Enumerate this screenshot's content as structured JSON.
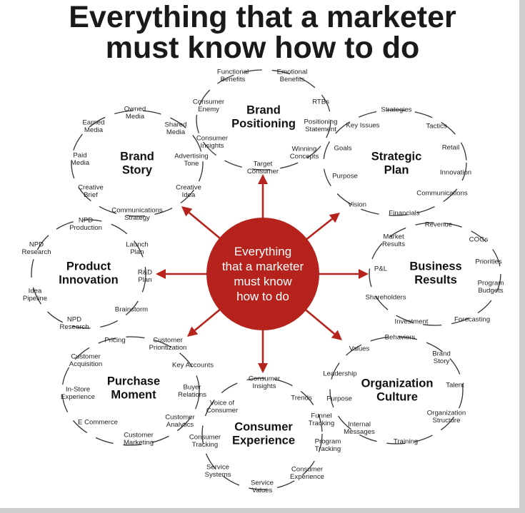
{
  "title": {
    "line1": "Everything that a marketer",
    "line2": "must know how to do"
  },
  "colors": {
    "accent": "#b5231c",
    "ring": "#333333",
    "background": "#ffffff"
  },
  "center": {
    "lines": [
      "Everything",
      "that a marketer",
      "must know",
      "how to do"
    ]
  },
  "clusters": [
    {
      "id": "brand-positioning",
      "title": [
        "Brand",
        "Positioning"
      ],
      "items": [
        {
          "name": "functional-benefits",
          "lines": [
            "Functional",
            "Benefits"
          ]
        },
        {
          "name": "emotional-benefits",
          "lines": [
            "Emotional",
            "Benefits"
          ]
        },
        {
          "name": "consumer-enemy",
          "lines": [
            "Consumer",
            "Enemy"
          ]
        },
        {
          "name": "rtbs",
          "lines": [
            "RTBs"
          ]
        },
        {
          "name": "positioning-statement",
          "lines": [
            "Positioning",
            "Statement"
          ]
        },
        {
          "name": "consumer-insights",
          "lines": [
            "Consumer",
            "Insights"
          ]
        },
        {
          "name": "winning-concepts",
          "lines": [
            "Winning",
            "Concepts"
          ]
        },
        {
          "name": "target-consumer",
          "lines": [
            "Target",
            "Consumer"
          ]
        }
      ]
    },
    {
      "id": "brand-story",
      "title": [
        "Brand",
        "Story"
      ],
      "items": [
        {
          "name": "owned-media",
          "lines": [
            "Owned",
            "Media"
          ]
        },
        {
          "name": "earned-media",
          "lines": [
            "Earned",
            "Media"
          ]
        },
        {
          "name": "shared-media",
          "lines": [
            "Shared",
            "Media"
          ]
        },
        {
          "name": "paid-media",
          "lines": [
            "Paid",
            "Media"
          ]
        },
        {
          "name": "advertising-tone",
          "lines": [
            "Advertising",
            "Tone"
          ]
        },
        {
          "name": "creative-brief",
          "lines": [
            "Creative",
            "Brief"
          ]
        },
        {
          "name": "creative-idea",
          "lines": [
            "Creative",
            "Idea"
          ]
        },
        {
          "name": "communications-strategy",
          "lines": [
            "Communications",
            "Strategy"
          ]
        }
      ]
    },
    {
      "id": "strategic-plan",
      "title": [
        "Strategic",
        "Plan"
      ],
      "items": [
        {
          "name": "strategies",
          "lines": [
            "Strategies"
          ]
        },
        {
          "name": "key-issues",
          "lines": [
            "Key Issues"
          ]
        },
        {
          "name": "tactics",
          "lines": [
            "Tactics"
          ]
        },
        {
          "name": "goals",
          "lines": [
            "Goals"
          ]
        },
        {
          "name": "retail",
          "lines": [
            "Retail"
          ]
        },
        {
          "name": "innovation",
          "lines": [
            "Innovation"
          ]
        },
        {
          "name": "purpose",
          "lines": [
            "Purpose"
          ]
        },
        {
          "name": "communications",
          "lines": [
            "Communications"
          ]
        },
        {
          "name": "vision",
          "lines": [
            "Vision"
          ]
        },
        {
          "name": "financials",
          "lines": [
            "Financials"
          ]
        }
      ]
    },
    {
      "id": "product-innovation",
      "title": [
        "Product",
        "Innovation"
      ],
      "items": [
        {
          "name": "npd-production",
          "lines": [
            "NPD",
            "Production"
          ]
        },
        {
          "name": "launch-plan",
          "lines": [
            "Launch",
            "Plan"
          ]
        },
        {
          "name": "npd-research-left",
          "lines": [
            "NPD",
            "Research"
          ]
        },
        {
          "name": "rd-plan",
          "lines": [
            "R&D",
            "Plan"
          ]
        },
        {
          "name": "idea-pipeline",
          "lines": [
            "Idea",
            "Pipeline"
          ]
        },
        {
          "name": "brainstorm",
          "lines": [
            "Brainstorm"
          ]
        },
        {
          "name": "npd-research-bottom",
          "lines": [
            "NPD",
            "Research"
          ]
        }
      ]
    },
    {
      "id": "business-results",
      "title": [
        "Business",
        "Results"
      ],
      "items": [
        {
          "name": "revenue",
          "lines": [
            "Revenue"
          ]
        },
        {
          "name": "market-results",
          "lines": [
            "Market",
            "Results"
          ]
        },
        {
          "name": "cogs",
          "lines": [
            "COGs"
          ]
        },
        {
          "name": "priorities",
          "lines": [
            "Priorities"
          ]
        },
        {
          "name": "pl",
          "lines": [
            "P&L"
          ]
        },
        {
          "name": "program-budgets",
          "lines": [
            "Program",
            "Budgets"
          ]
        },
        {
          "name": "shareholders",
          "lines": [
            "Shareholders"
          ]
        },
        {
          "name": "forecasting",
          "lines": [
            "Forecasting"
          ]
        },
        {
          "name": "investment",
          "lines": [
            "Investment"
          ]
        }
      ]
    },
    {
      "id": "purchase-moment",
      "title": [
        "Purchase",
        "Moment"
      ],
      "items": [
        {
          "name": "pricing",
          "lines": [
            "Pricing"
          ]
        },
        {
          "name": "customer-prioritization",
          "lines": [
            "Customer",
            "Prioritization"
          ]
        },
        {
          "name": "customer-acquisition",
          "lines": [
            "Customer",
            "Acquisition"
          ]
        },
        {
          "name": "key-accounts",
          "lines": [
            "Key Accounts"
          ]
        },
        {
          "name": "buyer-relations",
          "lines": [
            "Buyer",
            "Relations"
          ]
        },
        {
          "name": "in-store-experience",
          "lines": [
            "In-Store",
            "Experience"
          ]
        },
        {
          "name": "customer-analytics",
          "lines": [
            "Customer",
            "Analytics"
          ]
        },
        {
          "name": "e-commerce",
          "lines": [
            "E Commerce"
          ]
        },
        {
          "name": "customer-marketing",
          "lines": [
            "Customer",
            "Marketing"
          ]
        }
      ]
    },
    {
      "id": "consumer-experience",
      "title": [
        "Consumer",
        "Experience"
      ],
      "items": [
        {
          "name": "consumer-insights-ce",
          "lines": [
            "Consumer",
            "Insights"
          ]
        },
        {
          "name": "trends",
          "lines": [
            "Trends"
          ]
        },
        {
          "name": "voice-of-consumer",
          "lines": [
            "Voice of",
            "Consumer"
          ]
        },
        {
          "name": "funnel-tracking",
          "lines": [
            "Funnel",
            "Tracking"
          ]
        },
        {
          "name": "consumer-tracking",
          "lines": [
            "Consumer",
            "Tracking"
          ]
        },
        {
          "name": "program-tracking",
          "lines": [
            "Program",
            "Tracking"
          ]
        },
        {
          "name": "service-systems",
          "lines": [
            "Service",
            "Systems"
          ]
        },
        {
          "name": "consumer-experience-item",
          "lines": [
            "Consumer",
            "Experience"
          ]
        },
        {
          "name": "service-values",
          "lines": [
            "Service",
            "Values"
          ]
        }
      ]
    },
    {
      "id": "organization-culture",
      "title": [
        "Organization",
        "Culture"
      ],
      "items": [
        {
          "name": "behaviors",
          "lines": [
            "Behaviors"
          ]
        },
        {
          "name": "values",
          "lines": [
            "Values"
          ]
        },
        {
          "name": "brand-story-oc",
          "lines": [
            "Brand",
            "Story"
          ]
        },
        {
          "name": "leadership",
          "lines": [
            "Leadership"
          ]
        },
        {
          "name": "talent",
          "lines": [
            "Talent"
          ]
        },
        {
          "name": "purpose-oc",
          "lines": [
            "Purpose"
          ]
        },
        {
          "name": "organization-structure",
          "lines": [
            "Organization",
            "Structure"
          ]
        },
        {
          "name": "internal-messages",
          "lines": [
            "Internal",
            "Messages"
          ]
        },
        {
          "name": "training",
          "lines": [
            "Training"
          ]
        }
      ]
    }
  ]
}
